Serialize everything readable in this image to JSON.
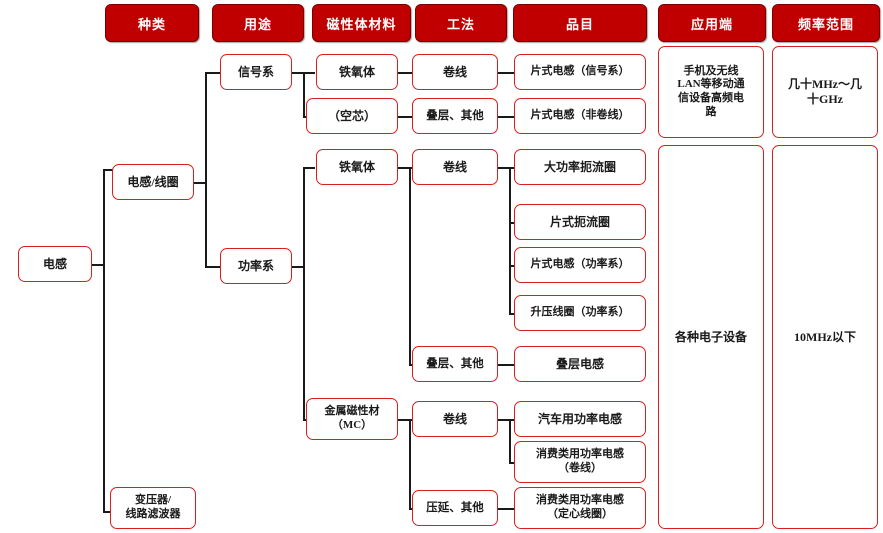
{
  "title": "电感产品分类树状图",
  "theme": {
    "header_bg": "#c00000",
    "header_text": "#ffffff",
    "node_border": "#d72020",
    "node_text": "#1a1a1a",
    "line": "#1a1a1a",
    "page_bg": "#ffffff"
  },
  "headers": [
    {
      "id": "category",
      "label": "种类"
    },
    {
      "id": "usage",
      "label": "用途"
    },
    {
      "id": "material",
      "label": "磁性体材料"
    },
    {
      "id": "process",
      "label": "工法"
    },
    {
      "id": "item",
      "label": "品目"
    },
    {
      "id": "app",
      "label": "应用端"
    },
    {
      "id": "freq",
      "label": "频率范围"
    }
  ],
  "root": {
    "label": "电感"
  },
  "category": [
    {
      "id": "inductor-coil",
      "label": "电感/线圈"
    },
    {
      "id": "transformer-filter",
      "label": "变压器/\n线路滤波器",
      "line1": "变压器/",
      "line2": "线路滤波器"
    }
  ],
  "usage": [
    {
      "id": "signal",
      "label": "信号系"
    },
    {
      "id": "power",
      "label": "功率系"
    }
  ],
  "material": [
    {
      "id": "ferrite-signal",
      "label": "铁氧体"
    },
    {
      "id": "air-core",
      "label": "（空芯）"
    },
    {
      "id": "ferrite-power",
      "label": "铁氧体"
    },
    {
      "id": "metal-mc",
      "label": "金属磁性材\n（MC）",
      "line1": "金属磁性材",
      "line2": "（MC）"
    }
  ],
  "process": [
    {
      "id": "wound-signal",
      "label": "卷线"
    },
    {
      "id": "stack-other-sig",
      "label": "叠层、其他"
    },
    {
      "id": "wound-power",
      "label": "卷线"
    },
    {
      "id": "stack-other-pwr",
      "label": "叠层、其他"
    },
    {
      "id": "wound-mc",
      "label": "卷线"
    },
    {
      "id": "roll-other-mc",
      "label": "压延、其他"
    }
  ],
  "items": [
    {
      "id": "chip-inductor-signal",
      "label": "片式电感（信号系）"
    },
    {
      "id": "chip-inductor-nonwound",
      "label": "片式电感（非卷线）"
    },
    {
      "id": "high-power-choke",
      "label": "大功率扼流圈"
    },
    {
      "id": "chip-choke",
      "label": "片式扼流圈"
    },
    {
      "id": "chip-inductor-power",
      "label": "片式电感（功率系）"
    },
    {
      "id": "boost-coil-power",
      "label": "升压线圈（功率系）"
    },
    {
      "id": "stacked-inductor",
      "label": "叠层电感"
    },
    {
      "id": "auto-power-inductor",
      "label": "汽车用功率电感"
    },
    {
      "id": "consumer-power-wound",
      "label": "消费类用功率电感\n（卷线）",
      "line1": "消费类用功率电感",
      "line2": "（卷线）"
    },
    {
      "id": "consumer-power-center",
      "label": "消费类用功率电感\n（定心线圈）",
      "line1": "消费类用功率电感",
      "line2": "（定心线圈）"
    }
  ],
  "applications": [
    {
      "id": "mobile-hf",
      "label": "手机及无线LAN等移动通信设备高频电路",
      "lines": [
        "手机及无线",
        "LAN等移动通",
        "信设备高频电",
        "路"
      ]
    },
    {
      "id": "various-electronics",
      "label": "各种电子设备"
    }
  ],
  "frequencies": [
    {
      "id": "tens-mhz-to-tens-ghz",
      "label": "几十MHz～几十GHz",
      "lines": [
        "几十MHz～几",
        "十GHz"
      ]
    },
    {
      "id": "below-10mhz",
      "label": "10MHz以下"
    }
  ]
}
